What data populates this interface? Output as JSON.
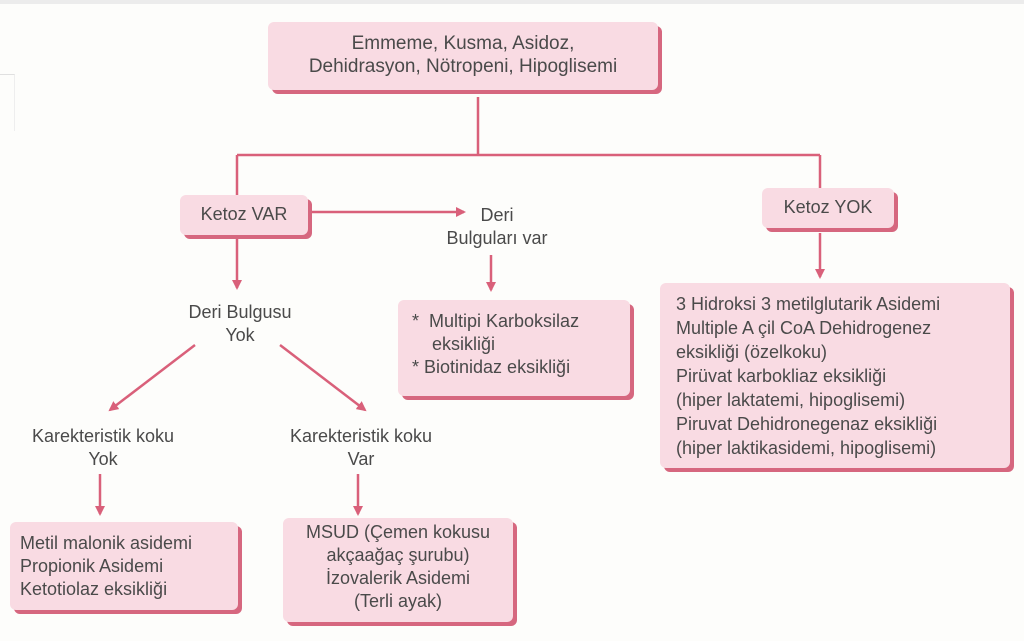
{
  "colors": {
    "line": "#d9607a",
    "box_fill": "#f9dbe3",
    "box_shadow": "#d6677f",
    "text": "#4a4a4a"
  },
  "root": {
    "lines": [
      "Emmeme, Kusma, Asidoz,",
      "Dehidrasyon, Nötropeni, Hipoglisemi"
    ]
  },
  "ketoz_var": {
    "label": "Ketoz VAR"
  },
  "ketoz_yok": {
    "label": "Ketoz YOK"
  },
  "deri_bulgulari_var": {
    "lines": [
      "Deri",
      "Bulguları var"
    ]
  },
  "deri_bulgusu_yok": {
    "lines": [
      "Deri Bulgusu",
      "Yok"
    ]
  },
  "skin_findings_box": {
    "lines": [
      "*  Multipi Karboksilaz",
      "    eksikliği",
      "* Biotinidaz eksikliği"
    ]
  },
  "ketoz_yok_box": {
    "lines": [
      "3 Hidroksi 3 metilglutarik Asidemi",
      "Multiple A çil CoA Dehidrogenez",
      "eksikliği (özelkoku)",
      "Pirüvat karbokliaz eksikliği",
      "(hiper laktatemi, hipoglisemi)",
      "Piruvat Dehidronegenaz eksikliği",
      "(hiper laktikasidemi, hipoglisemi)"
    ]
  },
  "koku_yok": {
    "lines": [
      "Karekteristik koku",
      "Yok"
    ]
  },
  "koku_var": {
    "lines": [
      "Karekteristik koku",
      "Var"
    ]
  },
  "koku_yok_box": {
    "lines": [
      "Metil malonik asidemi",
      "Propionik Asidemi",
      "Ketotiolaz eksikliği"
    ]
  },
  "koku_var_box": {
    "lines": [
      "MSUD (Çemen kokusu",
      "akçaağaç şurubu)",
      "İzovalerik Asidemi",
      "(Terli ayak)"
    ]
  }
}
